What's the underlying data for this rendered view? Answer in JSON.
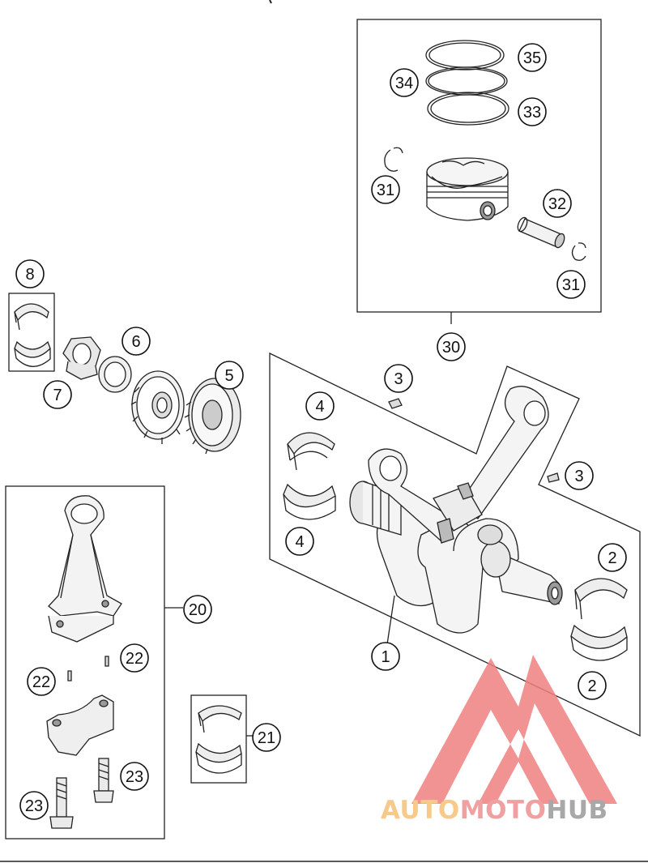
{
  "callouts": [
    {
      "id": "c35",
      "label": "35"
    },
    {
      "id": "c34",
      "label": "34"
    },
    {
      "id": "c33",
      "label": "33"
    },
    {
      "id": "c31a",
      "label": "31"
    },
    {
      "id": "c32",
      "label": "32"
    },
    {
      "id": "c31b",
      "label": "31"
    },
    {
      "id": "c30",
      "label": "30"
    },
    {
      "id": "c8",
      "label": "8"
    },
    {
      "id": "c6",
      "label": "6"
    },
    {
      "id": "c5",
      "label": "5"
    },
    {
      "id": "c7",
      "label": "7"
    },
    {
      "id": "c3a",
      "label": "3"
    },
    {
      "id": "c4a",
      "label": "4"
    },
    {
      "id": "c3b",
      "label": "3"
    },
    {
      "id": "c4b",
      "label": "4"
    },
    {
      "id": "c2a",
      "label": "2"
    },
    {
      "id": "c1",
      "label": "1"
    },
    {
      "id": "c2b",
      "label": "2"
    },
    {
      "id": "c20",
      "label": "20"
    },
    {
      "id": "c22a",
      "label": "22"
    },
    {
      "id": "c22b",
      "label": "22"
    },
    {
      "id": "c21",
      "label": "21"
    },
    {
      "id": "c23a",
      "label": "23"
    },
    {
      "id": "c23b",
      "label": "23"
    }
  ],
  "watermark": {
    "part1": "AUTO",
    "part2": "MOTO",
    "part3": "HUB",
    "color1": "#f7c98a",
    "color2": "#f0a0a0",
    "color3": "#a8a8a8",
    "logo_color": "#f08080"
  }
}
